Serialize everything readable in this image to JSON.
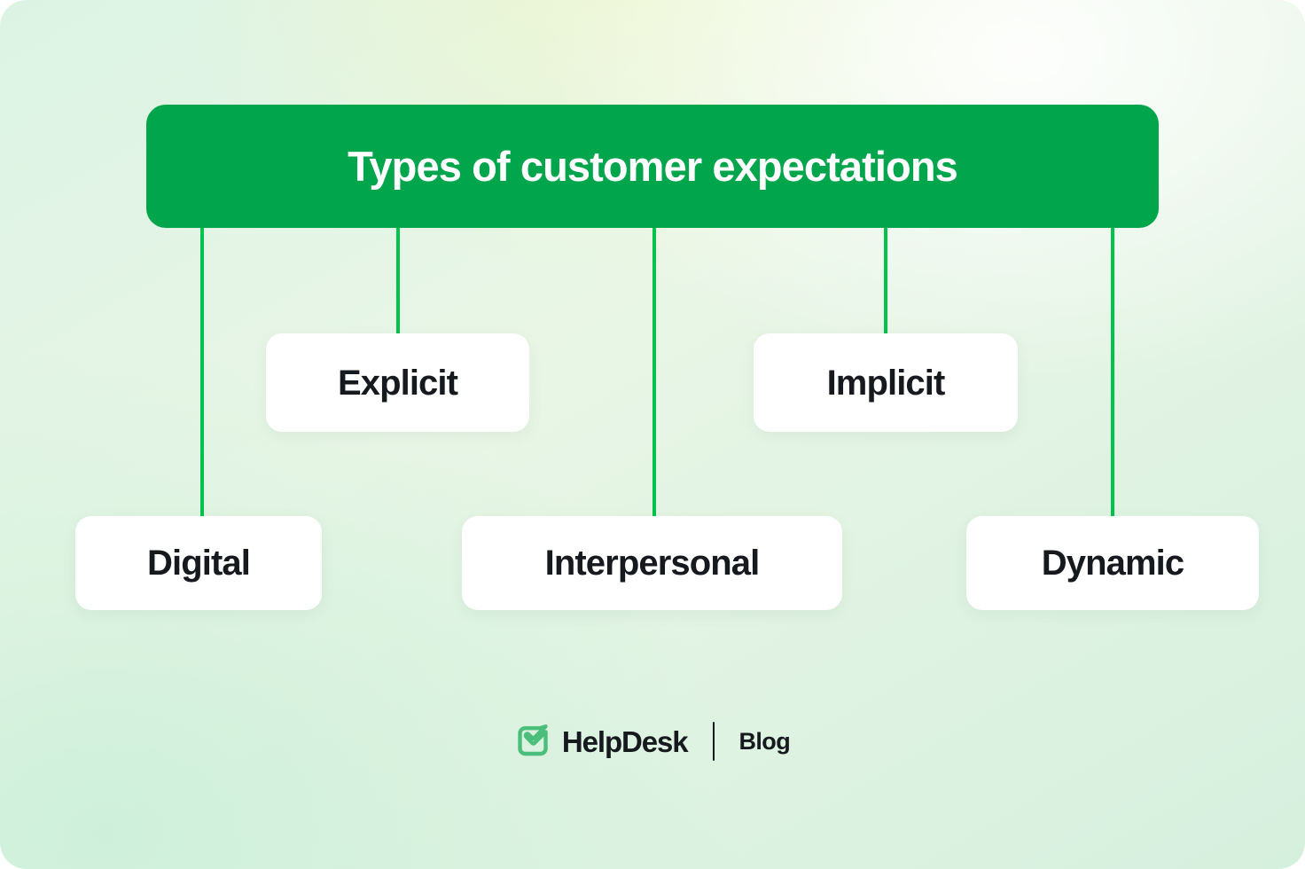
{
  "graphic": {
    "type": "hierarchy-diagram",
    "header": {
      "title": "Types of customer expectations",
      "background_color": "#00A54C",
      "text_color": "#FFFFFF"
    },
    "connector_color": "#00C24C",
    "node_background_color": "#FFFFFF",
    "node_text_color": "#16191D",
    "canvas_background_colors": [
      "#D4F1DE",
      "#EEF6D0",
      "#FFFFFF"
    ],
    "nodes": [
      {
        "label": "Digital",
        "row": "lower",
        "order": 1
      },
      {
        "label": "Explicit",
        "row": "upper",
        "order": 2
      },
      {
        "label": "Interpersonal",
        "row": "lower",
        "order": 3
      },
      {
        "label": "Implicit",
        "row": "upper",
        "order": 4
      },
      {
        "label": "Dynamic",
        "row": "lower",
        "order": 5
      }
    ]
  },
  "footer": {
    "brand_name": "HelpDesk",
    "brand_icon": "check-square-icon",
    "brand_icon_color": "#4BBE7C",
    "section_label": "Blog",
    "divider": "|"
  }
}
